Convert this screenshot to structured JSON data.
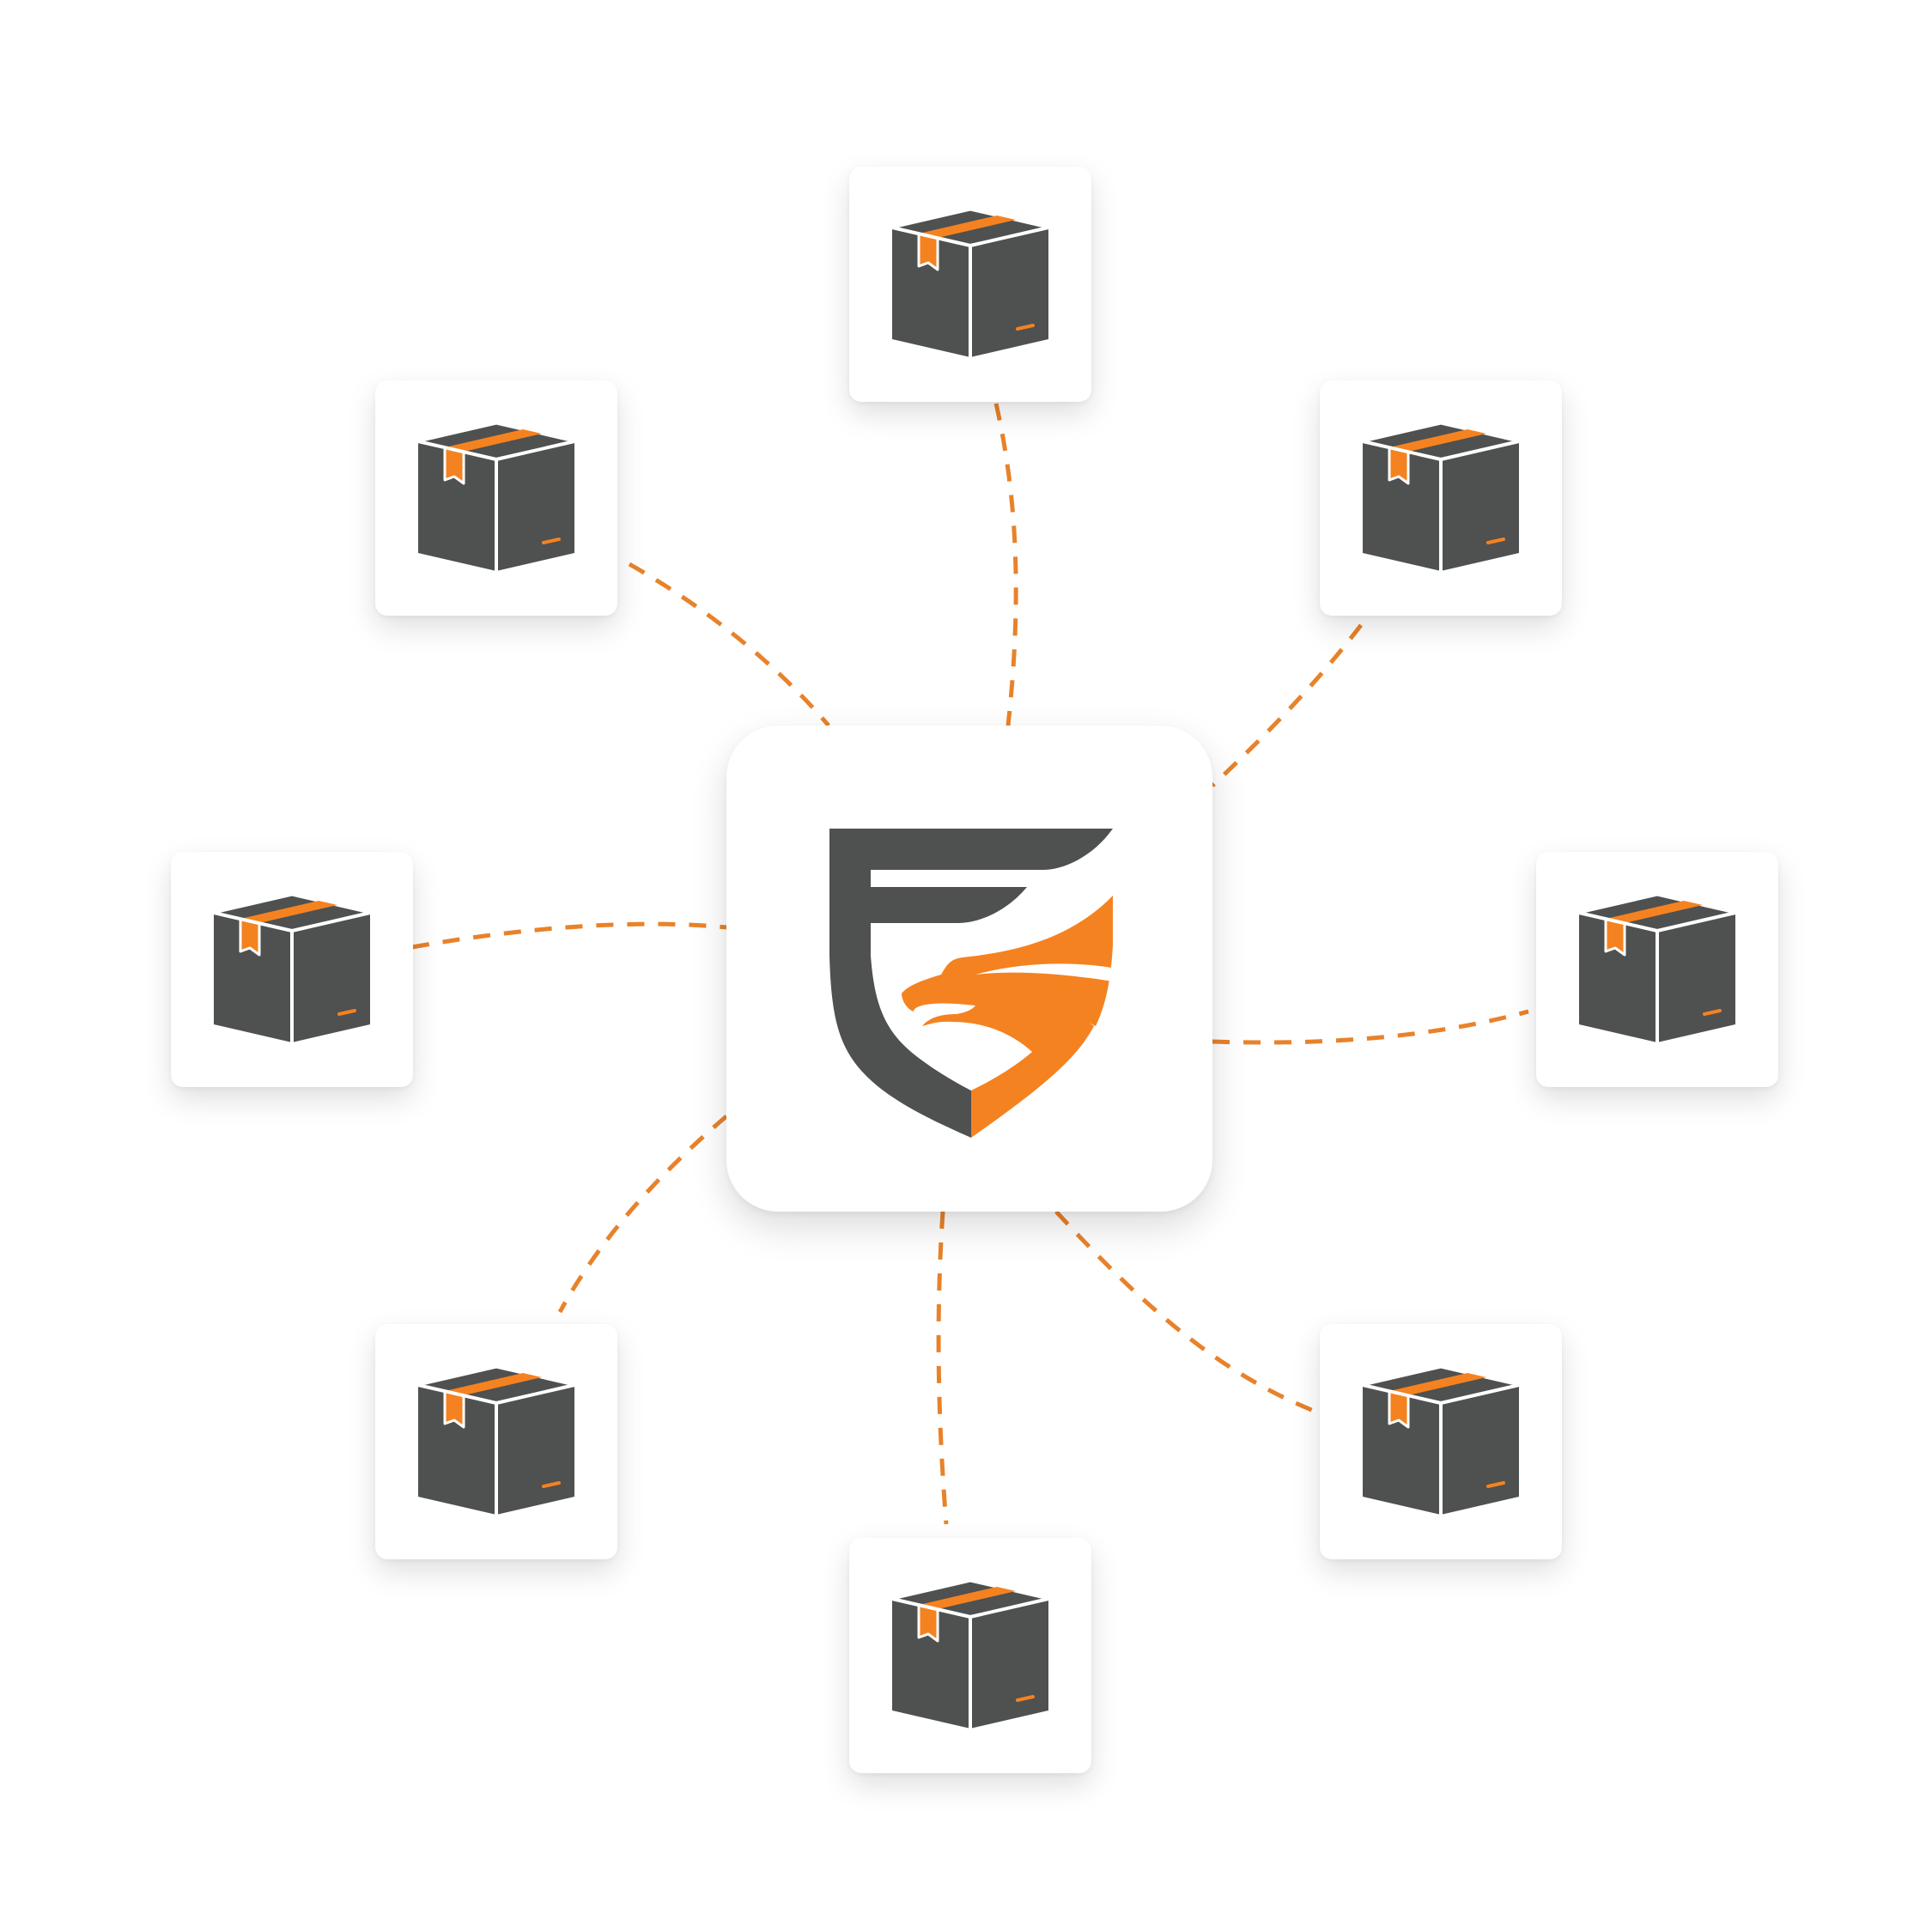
{
  "diagram": {
    "hub": {
      "logo_icon": "shield-eagle-logo"
    },
    "nodes": [
      {
        "id": "package-top",
        "icon": "package-box-icon"
      },
      {
        "id": "package-top-right",
        "icon": "package-box-icon"
      },
      {
        "id": "package-right",
        "icon": "package-box-icon"
      },
      {
        "id": "package-bottom-right",
        "icon": "package-box-icon"
      },
      {
        "id": "package-bottom",
        "icon": "package-box-icon"
      },
      {
        "id": "package-bottom-left",
        "icon": "package-box-icon"
      },
      {
        "id": "package-left",
        "icon": "package-box-icon"
      },
      {
        "id": "package-top-left",
        "icon": "package-box-icon"
      }
    ],
    "edges": [
      {
        "from": "hub",
        "to": "package-top"
      },
      {
        "from": "hub",
        "to": "package-top-right"
      },
      {
        "from": "hub",
        "to": "package-right"
      },
      {
        "from": "hub",
        "to": "package-bottom-right"
      },
      {
        "from": "hub",
        "to": "package-bottom"
      },
      {
        "from": "hub",
        "to": "package-bottom-left"
      },
      {
        "from": "hub",
        "to": "package-left"
      },
      {
        "from": "hub",
        "to": "package-top-left"
      }
    ],
    "edge_style": "dashed",
    "colors": {
      "accent": "#F58220",
      "dark": "#4F5050",
      "background": "#FFFFFF"
    }
  }
}
